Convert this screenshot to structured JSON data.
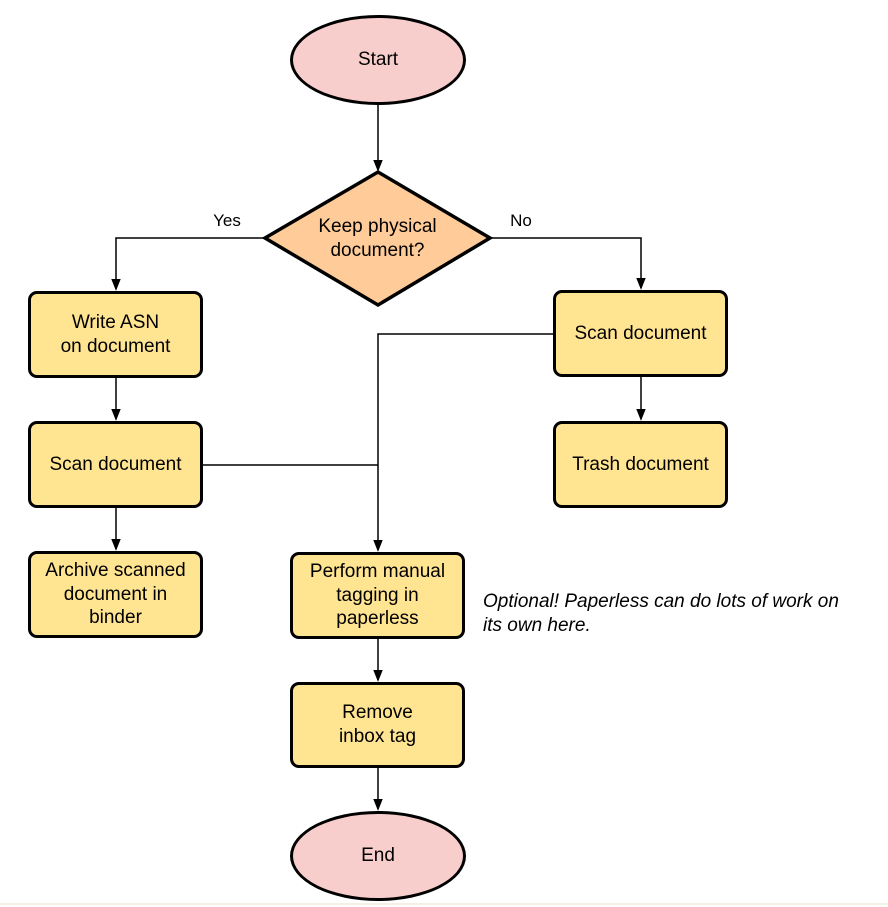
{
  "diagram": {
    "type": "flowchart",
    "colors": {
      "terminator_fill": "#f8cecc",
      "decision_fill": "#ffcc99",
      "process_fill": "#ffe491",
      "stroke": "#000000",
      "background": "#ffffff"
    }
  },
  "nodes": {
    "start": {
      "shape": "ellipse",
      "label": "Start"
    },
    "decision": {
      "shape": "diamond",
      "label": "Keep physical\ndocument?"
    },
    "write_asn": {
      "shape": "rect",
      "label": "Write ASN\non document"
    },
    "scan_left": {
      "shape": "rect",
      "label": "Scan document"
    },
    "archive": {
      "shape": "rect",
      "label": "Archive scanned\ndocument in\nbinder"
    },
    "scan_right": {
      "shape": "rect",
      "label": "Scan document"
    },
    "trash": {
      "shape": "rect",
      "label": "Trash document"
    },
    "tagging": {
      "shape": "rect",
      "label": "Perform manual\ntagging in\npaperless"
    },
    "remove_inbox": {
      "shape": "rect",
      "label": "Remove\ninbox tag"
    },
    "end": {
      "shape": "ellipse",
      "label": "End"
    }
  },
  "edges": [
    {
      "from": "start",
      "to": "decision",
      "label": ""
    },
    {
      "from": "decision",
      "to": "write_asn",
      "label": "Yes"
    },
    {
      "from": "decision",
      "to": "scan_right",
      "label": "No"
    },
    {
      "from": "write_asn",
      "to": "scan_left",
      "label": ""
    },
    {
      "from": "scan_left",
      "to": "archive",
      "label": ""
    },
    {
      "from": "scan_right",
      "to": "trash",
      "label": ""
    },
    {
      "from": "scan_right",
      "to": "tagging",
      "label": ""
    },
    {
      "from": "scan_left",
      "to": "tagging",
      "label": ""
    },
    {
      "from": "tagging",
      "to": "remove_inbox",
      "label": ""
    },
    {
      "from": "remove_inbox",
      "to": "end",
      "label": ""
    }
  ],
  "annotation": {
    "text": "Optional! Paperless can do lots of work on\nits own here."
  }
}
